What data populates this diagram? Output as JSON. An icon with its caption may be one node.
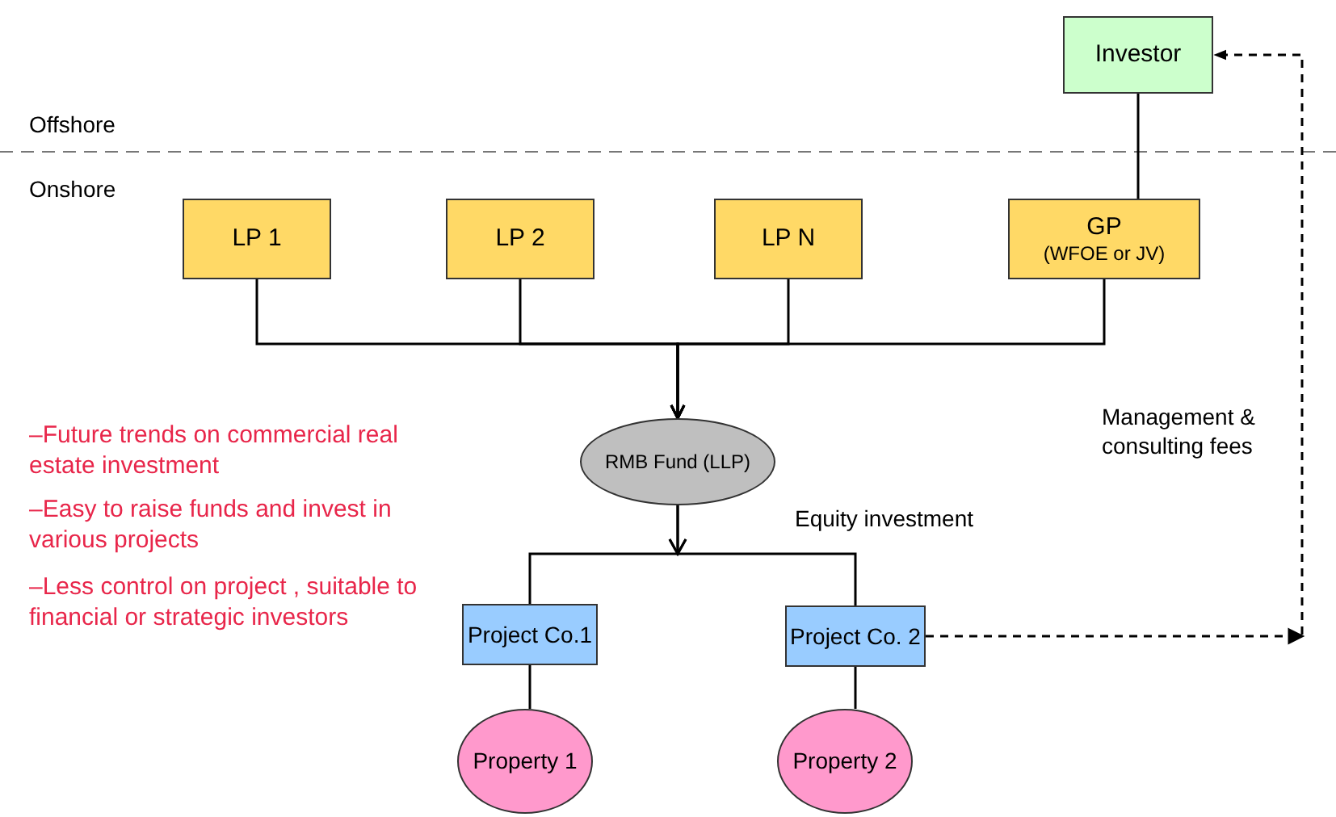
{
  "diagram": {
    "nodes": [
      {
        "text": [
          "Investor"
        ]
      },
      {
        "text": [
          "LP 1"
        ]
      },
      {
        "text": [
          "LP 2"
        ]
      },
      {
        "text": [
          "LP N"
        ]
      },
      {
        "text": [
          "GP",
          "(WFOE or JV)"
        ]
      },
      {
        "text": [
          "RMB Fund (LLP)"
        ]
      },
      {
        "text": [
          "Project Co.1"
        ]
      },
      {
        "text": [
          "Project Co. 2"
        ]
      },
      {
        "text": [
          "Property 1"
        ]
      },
      {
        "text": [
          "Property 2"
        ]
      }
    ],
    "edges": [
      {
        "from": 0,
        "to": 4,
        "arrow": "none"
      },
      {
        "from": 1,
        "to": 5,
        "arrow": "to"
      },
      {
        "from": 2,
        "to": 5,
        "arrow": "to"
      },
      {
        "from": 3,
        "to": 5,
        "arrow": "to"
      },
      {
        "from": 4,
        "to": 5,
        "arrow": "to"
      },
      {
        "from": 5,
        "to": 6,
        "arrow": "to"
      },
      {
        "from": 5,
        "to": 7,
        "arrow": "to"
      },
      {
        "from": 6,
        "to": 8,
        "arrow": "none"
      },
      {
        "from": 7,
        "to": 9,
        "arrow": "none"
      },
      {
        "from": 7,
        "to": 0,
        "arrow": "to",
        "style": "dashed",
        "label": "Management & consulting fees"
      }
    ],
    "labels": [
      "Offshore",
      "Onshore",
      "–Future trends on commercial real estate investment",
      "–Easy to raise funds and invest in various projects",
      "–Less control on project , suitable to financial or strategic investors",
      "Equity investment"
    ]
  }
}
